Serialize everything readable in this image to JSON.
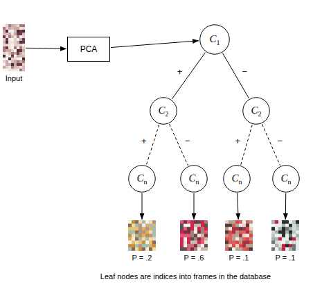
{
  "diagram": {
    "caption": "Leaf nodes are indices into frames in the database",
    "nodes": [
      {
        "text": [
          "Input"
        ]
      },
      {
        "text": [
          "PCA"
        ]
      },
      {
        "text": [
          "C1"
        ]
      },
      {
        "text": [
          "C2"
        ]
      },
      {
        "text": [
          "C2"
        ]
      },
      {
        "text": [
          "Cn"
        ]
      },
      {
        "text": [
          "Cn"
        ]
      },
      {
        "text": [
          "Cn"
        ]
      },
      {
        "text": [
          "Cn"
        ]
      },
      {
        "text": [
          "P = .2"
        ]
      },
      {
        "text": [
          "P = .6"
        ]
      },
      {
        "text": [
          "P = .1"
        ]
      },
      {
        "text": [
          "P = .1"
        ]
      }
    ],
    "edges": [
      {
        "from": 0,
        "to": 1,
        "arrow": "to"
      },
      {
        "from": 1,
        "to": 2,
        "arrow": "to"
      },
      {
        "from": 2,
        "to": 3,
        "label": "+",
        "arrow": "none"
      },
      {
        "from": 2,
        "to": 4,
        "label": "−",
        "arrow": "none"
      },
      {
        "from": 3,
        "to": 5,
        "label": "+",
        "arrow": "none"
      },
      {
        "from": 3,
        "to": 6,
        "label": "−",
        "arrow": "none"
      },
      {
        "from": 4,
        "to": 7,
        "label": "+",
        "arrow": "none"
      },
      {
        "from": 4,
        "to": 8,
        "label": "−",
        "arrow": "none"
      },
      {
        "from": 5,
        "to": 9,
        "arrow": "to"
      },
      {
        "from": 6,
        "to": 10,
        "arrow": "to"
      },
      {
        "from": 7,
        "to": 11,
        "arrow": "to"
      },
      {
        "from": 8,
        "to": 12,
        "arrow": "to"
      }
    ]
  }
}
